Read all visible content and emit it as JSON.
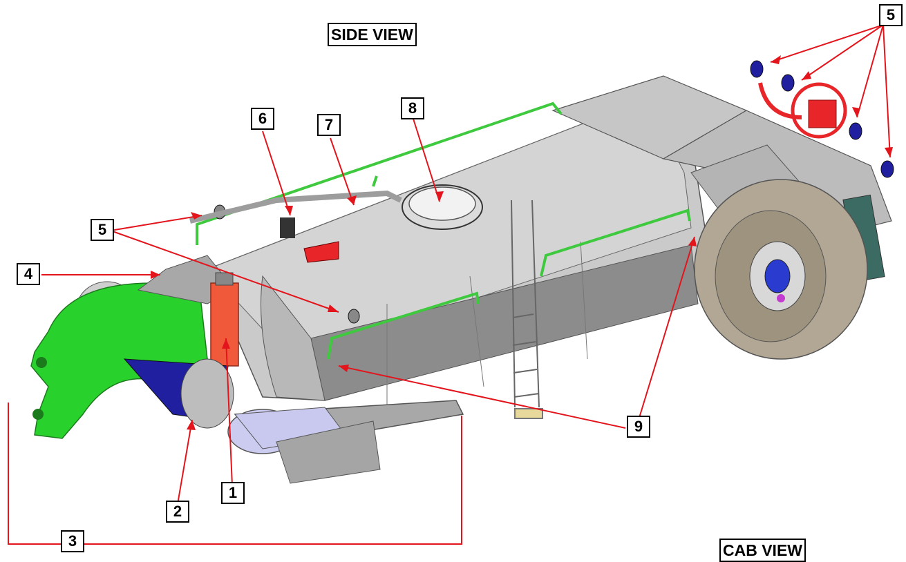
{
  "titles": {
    "side_view": "SIDE VIEW",
    "cab_view": "CAB VIEW"
  },
  "callouts": {
    "c1": "1",
    "c2": "2",
    "c3": "3",
    "c4": "4",
    "c5_top": "5",
    "c5_left": "5",
    "c6": "6",
    "c7": "7",
    "c8": "8",
    "c9": "9"
  },
  "colors": {
    "leader": "#e3141b",
    "tank_body": "#c8c8c8",
    "tank_band": "#8a8a8a",
    "rails": "#3ec93e",
    "gooseneck": "#29d12c",
    "cylinder": "#f05a3a",
    "pump_blue": "#1f1fa0",
    "tire": "#b0a592",
    "reel_red": "#e8262a",
    "bracket": "#e3141b"
  }
}
